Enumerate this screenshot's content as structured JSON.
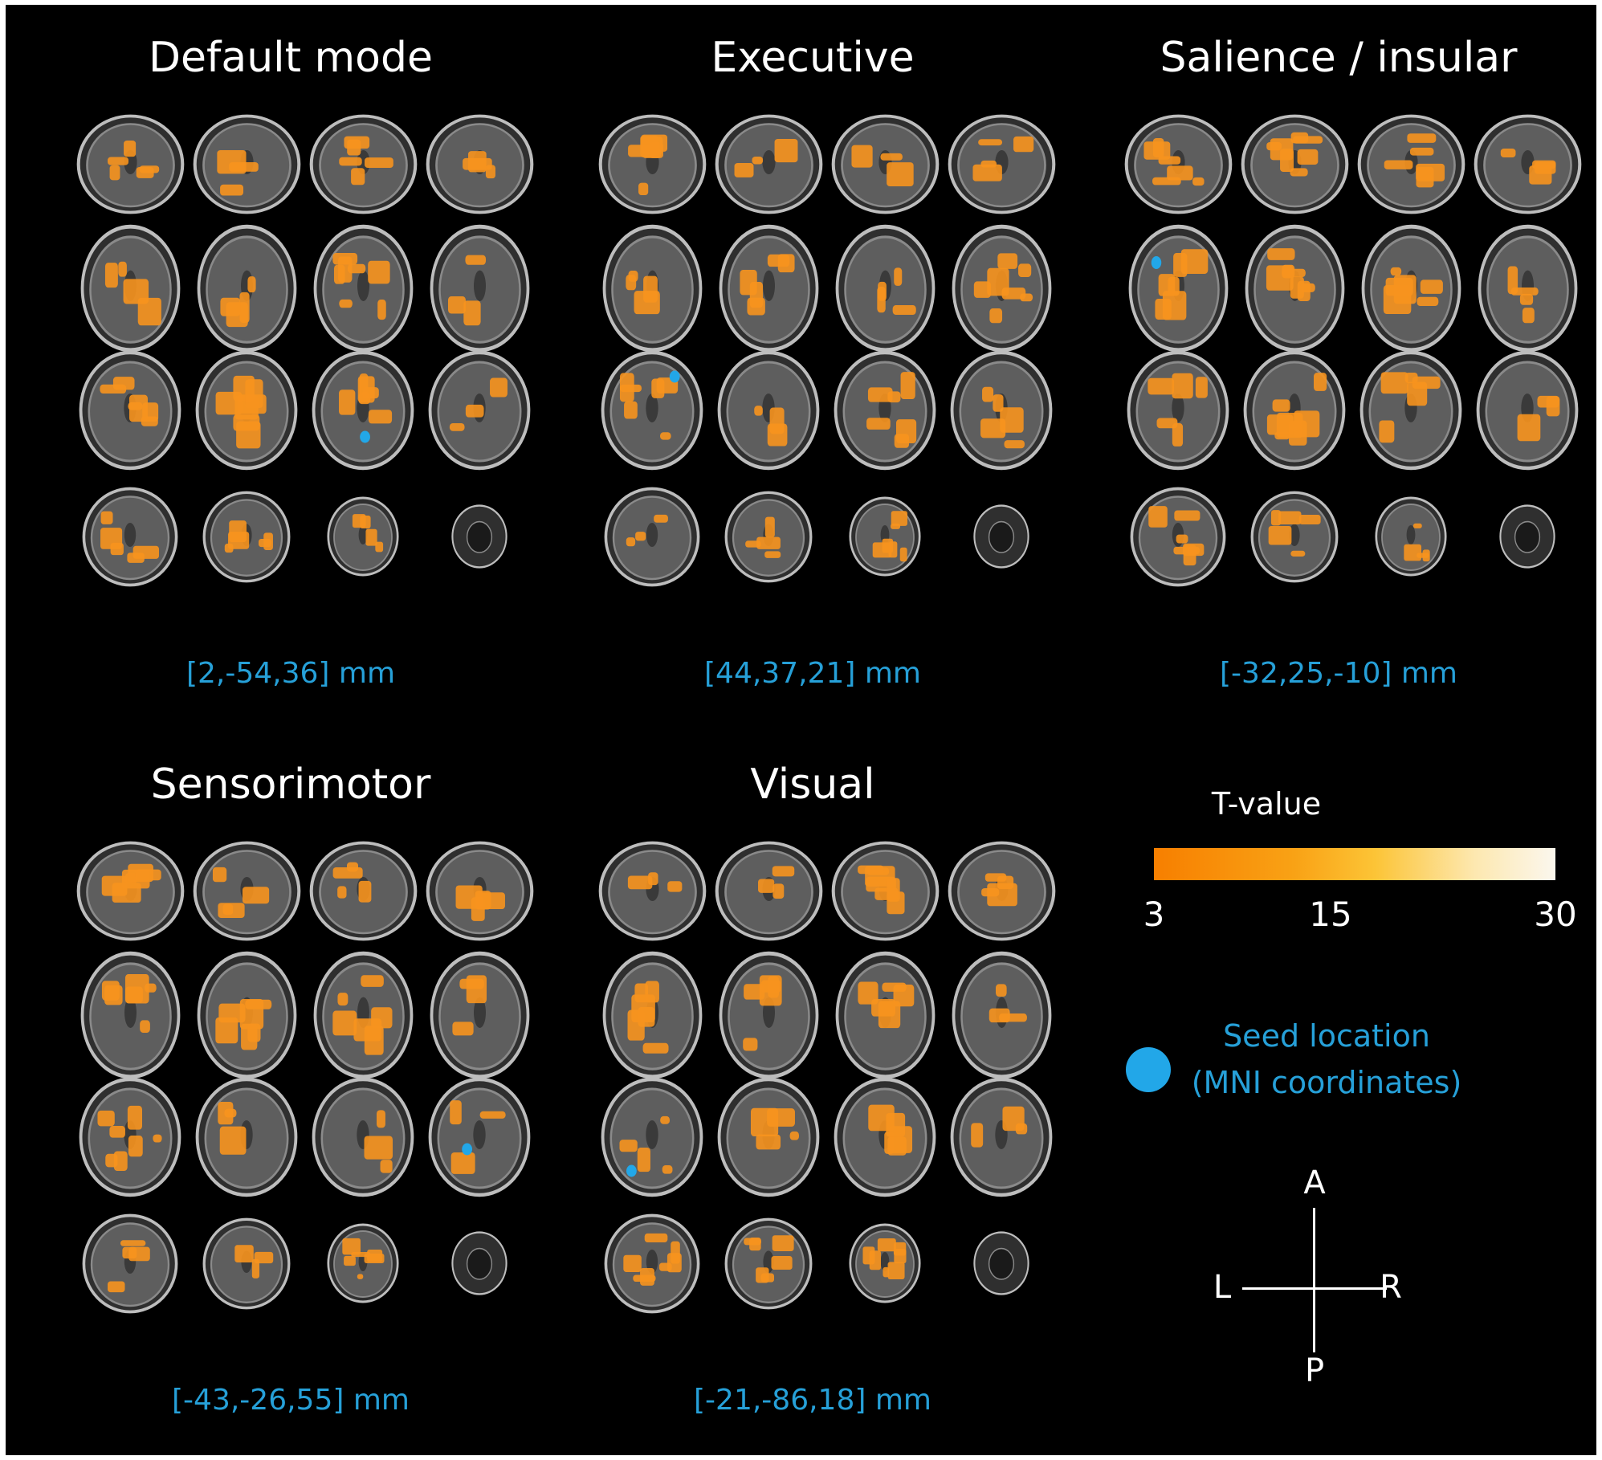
{
  "panels": [
    {
      "title": "Default mode",
      "coordinates": "[2,-54,36] mm"
    },
    {
      "title": "Executive",
      "coordinates": "[44,37,21] mm"
    },
    {
      "title": "Salience / insular",
      "coordinates": "[-32,25,-10] mm"
    },
    {
      "title": "Sensorimotor",
      "coordinates": "[-43,-26,55] mm"
    },
    {
      "title": "Visual",
      "coordinates": "[-21,-86,18] mm"
    }
  ],
  "colorbar": {
    "title": "T-value",
    "ticks": [
      "3",
      "15",
      "30"
    ],
    "colors": {
      "low": "#f77f00",
      "mid": "#fcc436",
      "high": "#fbf7ee"
    }
  },
  "seed_legend": {
    "line1": "Seed location",
    "line2": "(MNI coordinates)",
    "color": "#22a7e8"
  },
  "orientation": {
    "anterior": "A",
    "posterior": "P",
    "left": "L",
    "right": "R"
  },
  "colors": {
    "background": "#000000",
    "label_text": "#ffffff",
    "coordinate_text": "#26a0d8",
    "activation": "#f7931e"
  }
}
